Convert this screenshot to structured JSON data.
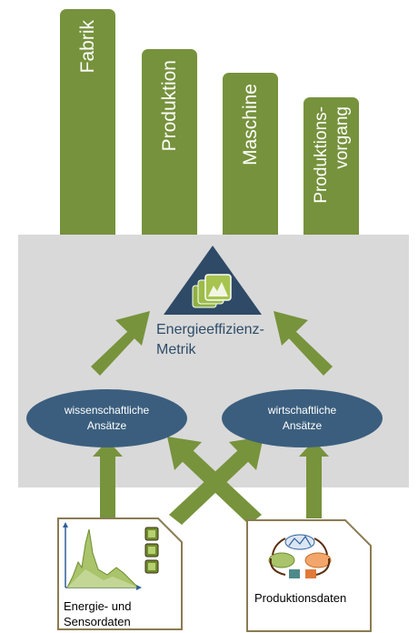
{
  "pillars": [
    {
      "label": "Fabrik"
    },
    {
      "label": "Produktion"
    },
    {
      "label": "Maschine"
    },
    {
      "label": "Produktions-\nvorgang"
    }
  ],
  "metric": {
    "label_line1": "Energieeffizienz-",
    "label_line2": "Metrik"
  },
  "approaches": {
    "scientific": {
      "line1": "wissenschaftliche",
      "line2": "Ansätze"
    },
    "economic": {
      "line1": "wirtschaftliche",
      "line2": "Ansätze"
    }
  },
  "documents": {
    "energy": {
      "line1": "Energie- und",
      "line2": "Sensordaten"
    },
    "production": {
      "label": "Produktionsdaten"
    }
  },
  "colors": {
    "pillar_green": "#76923c",
    "arrow_green": "#77933c",
    "panel_grey": "#d9d9d9",
    "ellipse_blue": "#3b5e7e",
    "doc_border": "#8a7b52"
  }
}
